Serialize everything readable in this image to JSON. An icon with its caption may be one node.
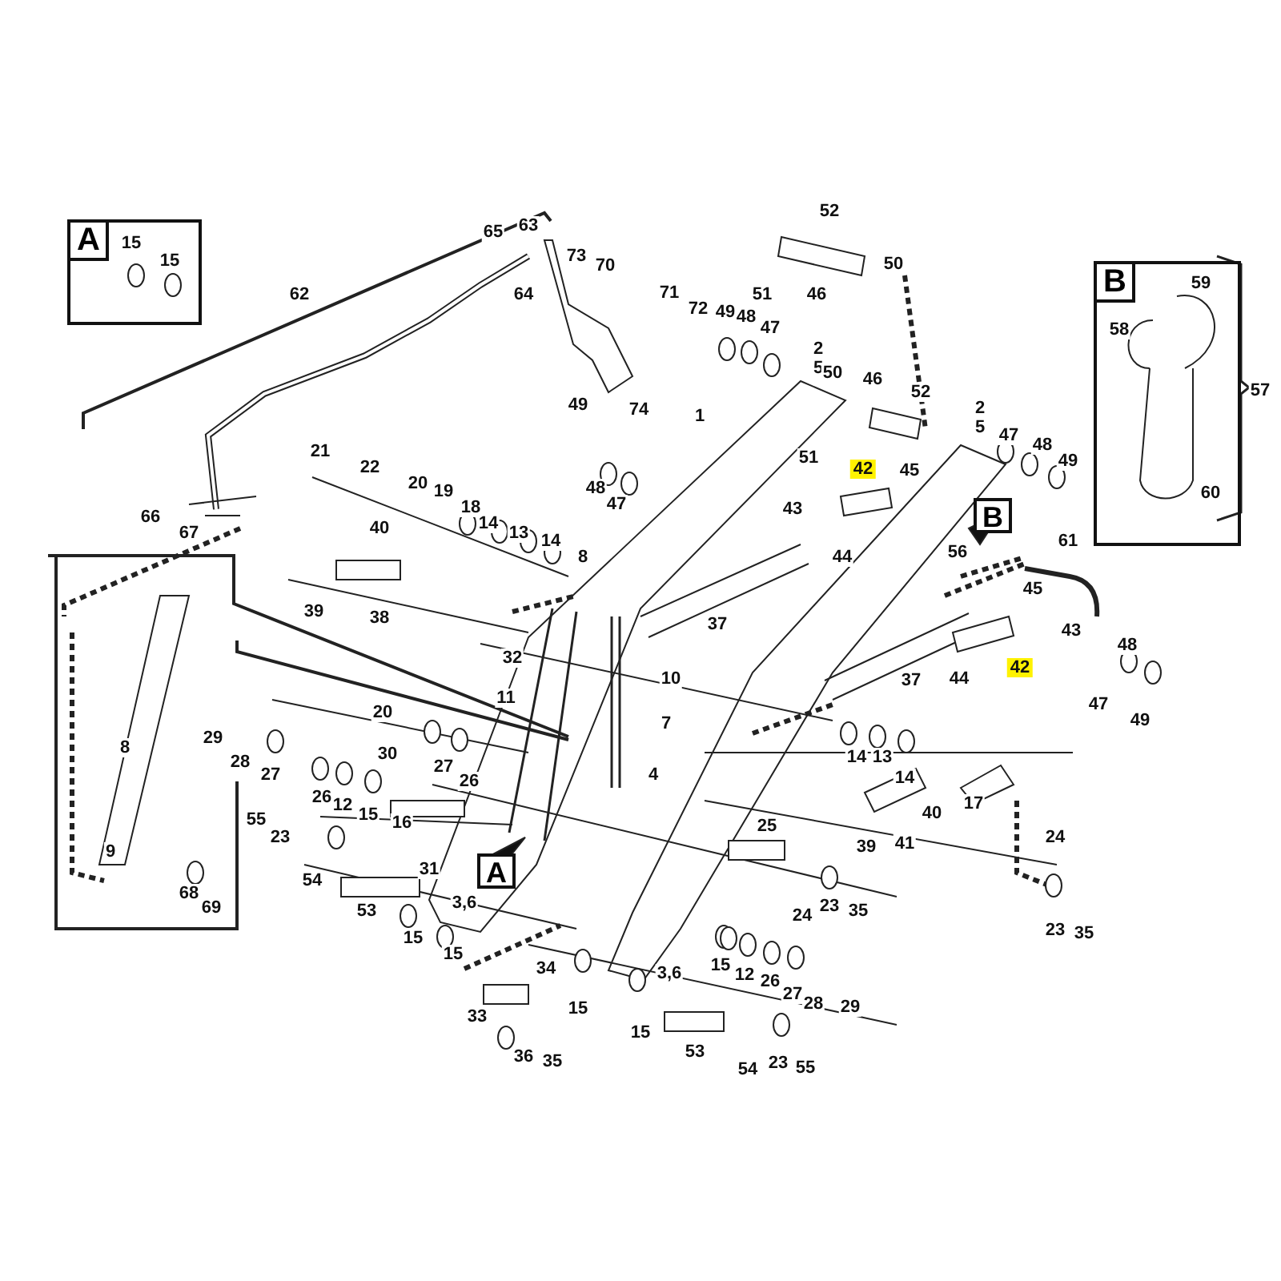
{
  "diagram": {
    "nodes": [
      {
        "text": [
          "A"
        ]
      },
      {
        "text": [
          "B"
        ]
      },
      {
        "text": [
          "A"
        ]
      },
      {
        "text": [
          "B"
        ]
      }
    ],
    "edges": [],
    "labels": [
      "15",
      "15",
      "65",
      "63",
      "62",
      "64",
      "73",
      "70",
      "52",
      "50",
      "71",
      "51",
      "46",
      "72",
      "49",
      "48",
      "47",
      "74",
      "1",
      "2",
      "5",
      "50",
      "46",
      "52",
      "49",
      "48",
      "47",
      "21",
      "22",
      "20",
      "19",
      "18",
      "14",
      "13",
      "14",
      "40",
      "39",
      "38",
      "8",
      "66",
      "67",
      "51",
      "42",
      "45",
      "43",
      "44",
      "2",
      "5",
      "47",
      "48",
      "49",
      "56",
      "61",
      "45",
      "43",
      "42",
      "37",
      "37",
      "44",
      "48",
      "47",
      "49",
      "59",
      "58",
      "60",
      "57",
      "32",
      "11",
      "10",
      "7",
      "4",
      "20",
      "27",
      "26",
      "28",
      "27",
      "29",
      "26",
      "12",
      "15",
      "30",
      "16",
      "8",
      "9",
      "68",
      "69",
      "55",
      "23",
      "54",
      "53",
      "31",
      "3,6",
      "15",
      "15",
      "14",
      "13",
      "14",
      "17",
      "40",
      "24",
      "39",
      "41",
      "25",
      "24",
      "23",
      "35",
      "23",
      "35",
      "15",
      "12",
      "26",
      "27",
      "28",
      "29",
      "34",
      "3,6",
      "33",
      "15",
      "36",
      "35",
      "15",
      "53",
      "54",
      "23",
      "55"
    ]
  }
}
